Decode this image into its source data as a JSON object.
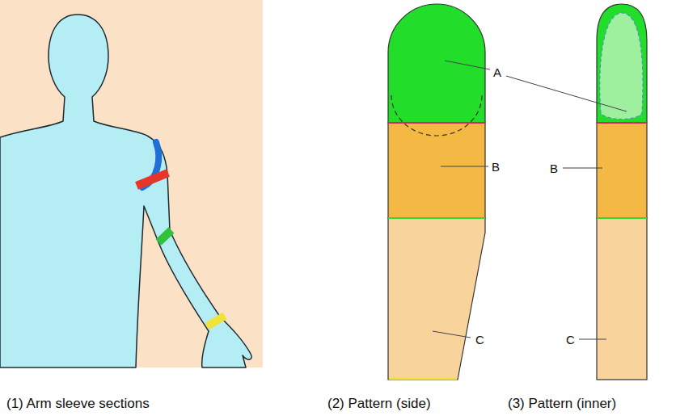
{
  "diagram": {
    "labels": [
      "A",
      "B",
      "B",
      "C",
      "C",
      "(1) Arm sleeve sections",
      "(2) Pattern (side)",
      "(3) Pattern (inner)"
    ]
  }
}
